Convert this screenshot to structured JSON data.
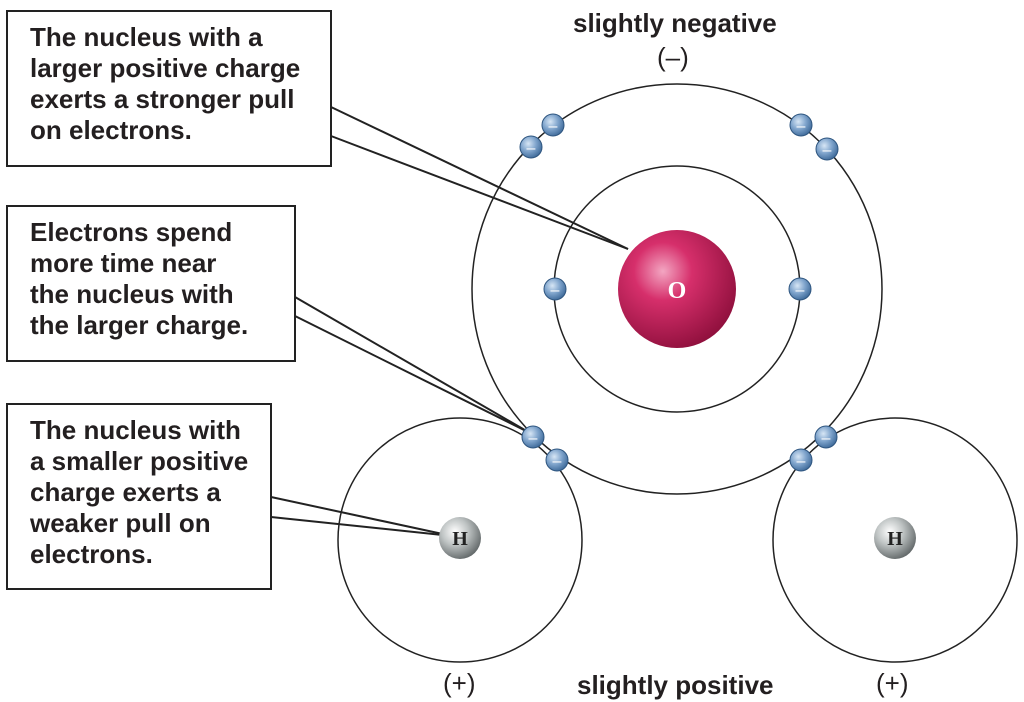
{
  "callouts": {
    "larger_charge": "The nucleus with a\nlarger positive charge\nexerts a stronger pull\non electrons.",
    "electrons_time": "Electrons spend\nmore time near\nthe nucleus with\nthe larger charge.",
    "smaller_charge": "The nucleus with\na smaller positive\ncharge exerts a\nweaker pull on\nelectrons."
  },
  "labels": {
    "slightly_negative": "slightly negative",
    "negative_sign": "(–)",
    "slightly_positive": "slightly positive",
    "positive_sign_left": "(+)",
    "positive_sign_right": "(+)"
  },
  "atoms": {
    "oxygen": "O",
    "hydrogen_left": "H",
    "hydrogen_right": "H"
  },
  "electron_symbol": "–",
  "colors": {
    "oxygen": "#c2185b",
    "hydrogen": "#8e9596",
    "electron": "#5b86b8",
    "line": "#222222"
  }
}
